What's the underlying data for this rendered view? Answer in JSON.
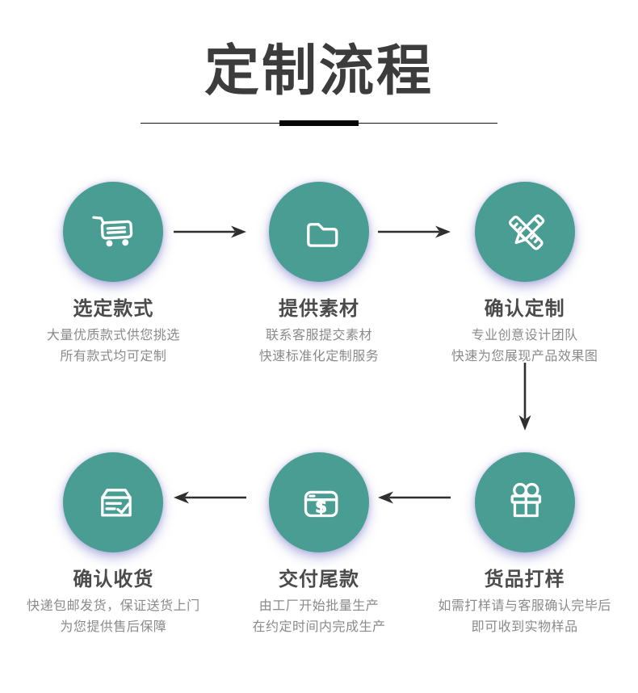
{
  "title": "定制流程",
  "colors": {
    "circle_bg": "#4a9d92",
    "icon": "#ffffff",
    "arrow": "#2f2f2f",
    "heading": "#3c3c3c",
    "step_title": "#4b4b4b",
    "step_desc": "#8a8a8a",
    "divider": "#141414"
  },
  "steps": [
    {
      "icon": "cart-icon",
      "title": "选定款式",
      "desc": [
        "大量优质款式供您挑选",
        "所有款式均可定制"
      ]
    },
    {
      "icon": "folder-icon",
      "title": "提供素材",
      "desc": [
        "联系客服提交素材",
        "快速标准化定制服务"
      ]
    },
    {
      "icon": "design-icon",
      "title": "确认定制",
      "desc": [
        "专业创意设计团队",
        "快速为您展现产品效果图"
      ]
    },
    {
      "icon": "gift-icon",
      "title": "货品打样",
      "desc": [
        "如需打样请与客服确认完毕后",
        "即可收到实物样品"
      ]
    },
    {
      "icon": "payment-icon",
      "title": "交付尾款",
      "desc": [
        "由工厂开始批量生产",
        "在约定时间内完成生产"
      ]
    },
    {
      "icon": "delivery-icon",
      "title": "确认收货",
      "desc": [
        "快递包邮发货，保证送货上门",
        "为您提供售后保障"
      ]
    }
  ]
}
